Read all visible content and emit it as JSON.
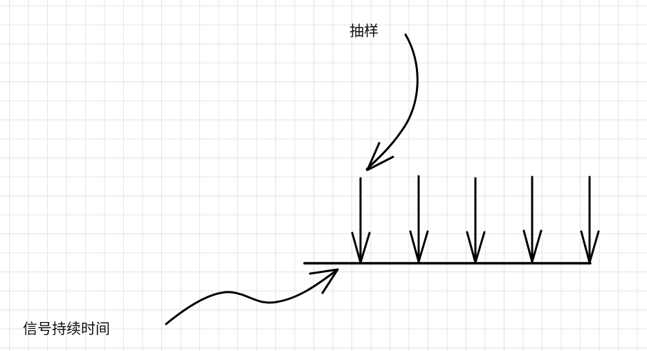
{
  "labels": {
    "sampling": "抽样",
    "duration": "信号持续时间"
  },
  "diagram": {
    "sample_arrow_count": 5,
    "stroke_color": "#000000",
    "grid_color": "#e3e3e3"
  }
}
